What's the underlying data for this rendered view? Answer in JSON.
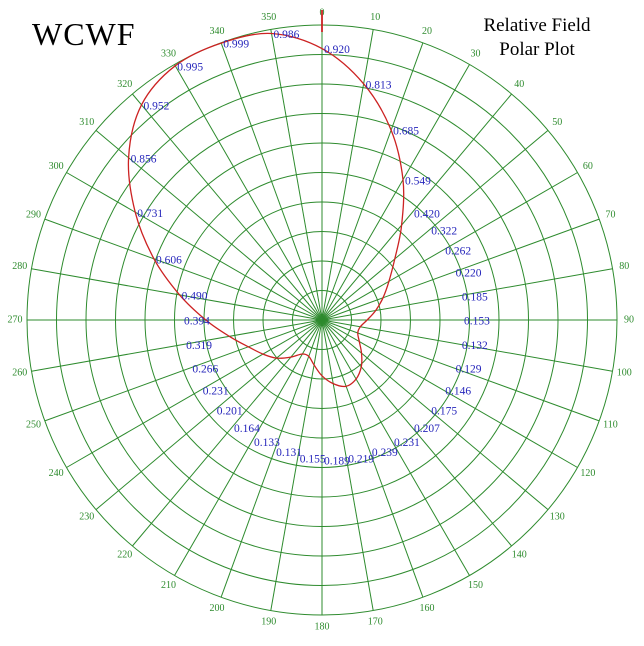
{
  "header": {
    "station": "WCWF",
    "plot_title_line1": "Relative Field",
    "plot_title_line2": "Polar Plot"
  },
  "chart_data": {
    "type": "polar",
    "title": "Relative Field Polar Plot",
    "station": "WCWF",
    "orientation": "0-at-top-clockwise",
    "angle_step_deg": 10,
    "angles_deg": [
      0,
      10,
      20,
      30,
      40,
      50,
      60,
      70,
      80,
      90,
      100,
      110,
      120,
      130,
      140,
      150,
      160,
      170,
      180,
      190,
      200,
      210,
      220,
      230,
      240,
      250,
      260,
      270,
      280,
      290,
      300,
      310,
      320,
      330,
      340,
      350
    ],
    "values": [
      0.92,
      0.813,
      0.685,
      0.549,
      0.42,
      0.322,
      0.262,
      0.22,
      0.185,
      0.153,
      0.132,
      0.129,
      0.146,
      0.175,
      0.207,
      0.231,
      0.239,
      0.219,
      0.189,
      0.155,
      0.131,
      0.133,
      0.164,
      0.201,
      0.231,
      0.266,
      0.319,
      0.394,
      0.49,
      0.606,
      0.731,
      0.856,
      0.952,
      0.995,
      0.999,
      0.986
    ],
    "radial_axis": {
      "min": 0,
      "max": 1.0,
      "rings": 10,
      "ring_step": 0.1
    },
    "grid": true,
    "colors": {
      "grid": "#2e8b2e",
      "angle_labels": "#2e8b2e",
      "value_labels": "#2626bb",
      "curve": "#cc2222",
      "zero_marker": "#cc2222"
    }
  }
}
